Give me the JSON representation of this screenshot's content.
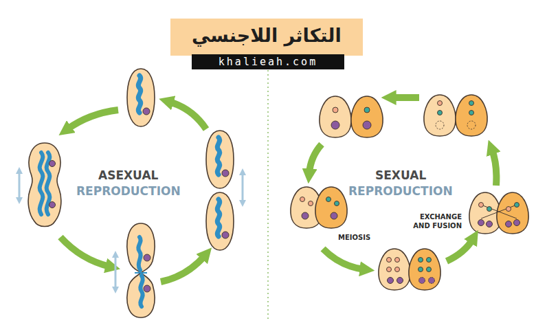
{
  "diagram": {
    "title": "التكاثر اللاجنسي",
    "nodes": [
      {
        "text": [
          "khalieah.com"
        ]
      }
    ],
    "labels": [
      "ASEXUAL",
      "REPRODUCTION",
      "SEXUAL",
      "REPRODUCTION",
      "EXCHANGE AND FUSION",
      "MEIOSIS"
    ]
  }
}
